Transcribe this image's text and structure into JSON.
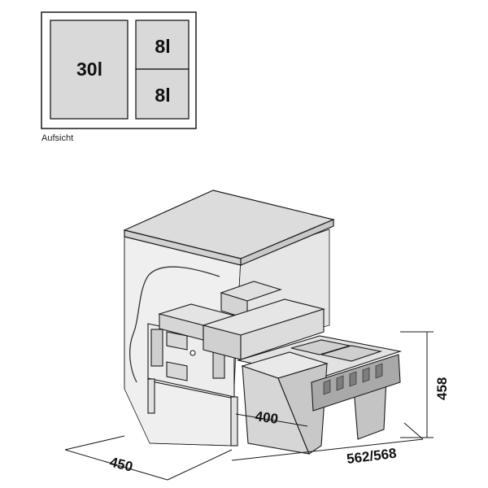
{
  "top_view": {
    "bin_large": "30l",
    "bin_small_top": "8l",
    "bin_small_bottom": "8l",
    "caption": "Aufsicht"
  },
  "dimensions": {
    "depth_cabinet": "450",
    "drawer_width": "400",
    "extended_length": "562/568",
    "height": "458"
  },
  "colors": {
    "top_view_fill": "#d9d9d9",
    "cabinet_face": "#ececec",
    "cabinet_top": "#dcdcdc",
    "bin_face": "#d6d6d6",
    "line": "#1a1a1a"
  }
}
